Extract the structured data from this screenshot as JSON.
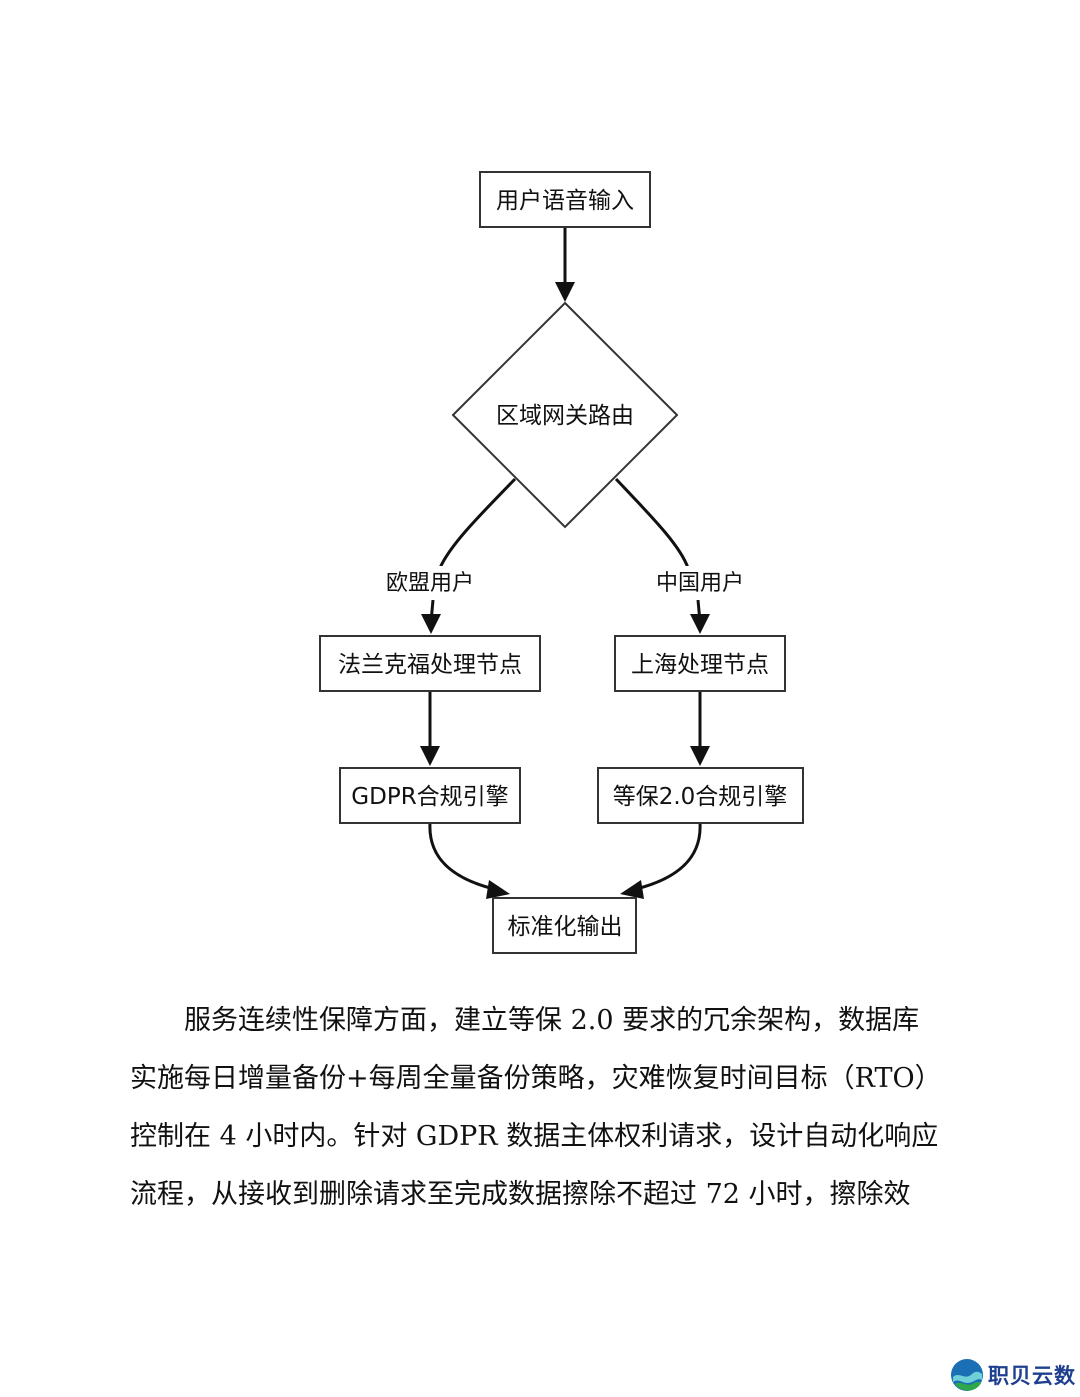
{
  "diagram": {
    "nodes": {
      "voice_input": "用户语音输入",
      "gateway": "区域网关路由",
      "frankfurt": "法兰克福处理节点",
      "shanghai": "上海处理节点",
      "gdpr_engine": "GDPR合规引擎",
      "mlps_engine": "等保2.0合规引擎",
      "output": "标准化输出"
    },
    "edge_labels": {
      "eu_users": "欧盟用户",
      "cn_users": "中国用户"
    }
  },
  "body_text": {
    "lines": [
      "服务连续性保障方面，建立等保 2.0 要求的冗余架构，数据库",
      "实施每日增量备份+每周全量备份策略，灾难恢复时间目标（RTO）",
      "控制在 4 小时内。针对 GDPR 数据主体权利请求，设计自动化响应",
      "流程，从接收到删除请求至完成数据擦除不超过 72 小时，擦除效"
    ]
  },
  "logo": {
    "text": "职贝云数"
  }
}
